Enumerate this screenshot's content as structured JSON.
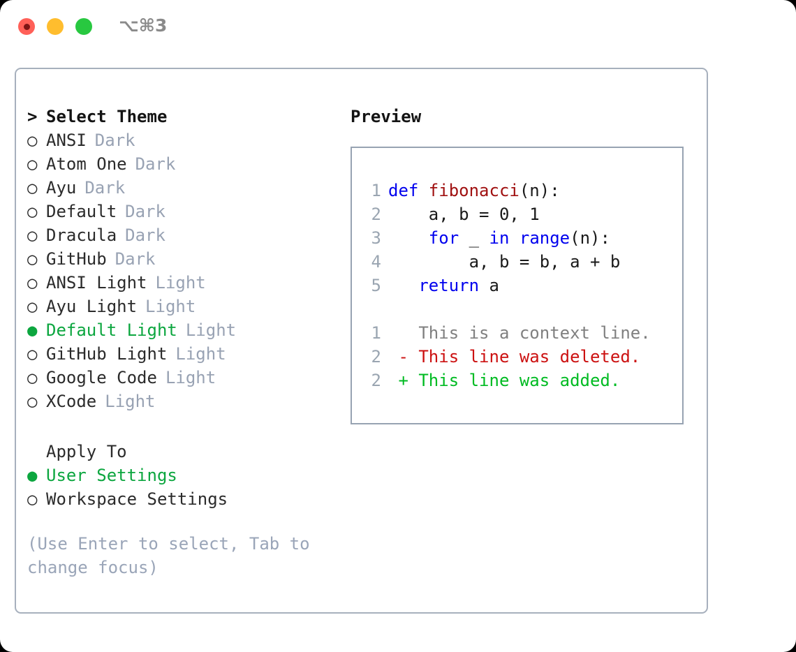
{
  "window": {
    "shortcut": "⌥⌘3",
    "traffic_lights": [
      {
        "name": "close-button",
        "color": "#ff6058"
      },
      {
        "name": "minimize-button",
        "color": "#ffbd2e"
      },
      {
        "name": "maximize-button",
        "color": "#28c840"
      }
    ]
  },
  "theme_picker": {
    "header_marker": ">",
    "header": "Select Theme",
    "items": [
      {
        "marker": "○",
        "label": "ANSI",
        "badge": "Dark",
        "selected": false
      },
      {
        "marker": "○",
        "label": "Atom One",
        "badge": "Dark",
        "selected": false
      },
      {
        "marker": "○",
        "label": "Ayu",
        "badge": "Dark",
        "selected": false
      },
      {
        "marker": "○",
        "label": "Default",
        "badge": "Dark",
        "selected": false
      },
      {
        "marker": "○",
        "label": "Dracula",
        "badge": "Dark",
        "selected": false
      },
      {
        "marker": "○",
        "label": "GitHub",
        "badge": "Dark",
        "selected": false
      },
      {
        "marker": "○",
        "label": "ANSI Light",
        "badge": "Light",
        "selected": false
      },
      {
        "marker": "○",
        "label": "Ayu Light",
        "badge": "Light",
        "selected": false
      },
      {
        "marker": "●",
        "label": "Default Light",
        "badge": "Light",
        "selected": true
      },
      {
        "marker": "○",
        "label": "GitHub Light",
        "badge": "Light",
        "selected": false
      },
      {
        "marker": "○",
        "label": "Google Code",
        "badge": "Light",
        "selected": false
      },
      {
        "marker": "○",
        "label": "XCode",
        "badge": "Light",
        "selected": false
      }
    ]
  },
  "apply_to": {
    "header_marker": " ",
    "header": "Apply To",
    "items": [
      {
        "marker": "●",
        "label": "User Settings",
        "selected": true
      },
      {
        "marker": "○",
        "label": "Workspace Settings",
        "selected": false
      }
    ]
  },
  "hint": "(Use Enter to select, Tab to change focus)",
  "preview": {
    "title": "Preview",
    "code_lines": [
      {
        "no": "1",
        "segments": [
          {
            "text": "def ",
            "cls": "kw"
          },
          {
            "text": "fibonacci",
            "cls": "fn"
          },
          {
            "text": "(n):",
            "cls": "code-text"
          }
        ]
      },
      {
        "no": "2",
        "segments": [
          {
            "text": "    a, b = 0, 1",
            "cls": "code-text"
          }
        ]
      },
      {
        "no": "3",
        "segments": [
          {
            "text": "    ",
            "cls": "code-text"
          },
          {
            "text": "for",
            "cls": "kw"
          },
          {
            "text": " _ ",
            "cls": "code-text"
          },
          {
            "text": "in",
            "cls": "kw"
          },
          {
            "text": " ",
            "cls": "code-text"
          },
          {
            "text": "range",
            "cls": "kw"
          },
          {
            "text": "(n):",
            "cls": "code-text"
          }
        ]
      },
      {
        "no": "4",
        "segments": [
          {
            "text": "        a, b = b, a + b",
            "cls": "code-text"
          }
        ]
      },
      {
        "no": "5",
        "segments": [
          {
            "text": "   ",
            "cls": "code-text"
          },
          {
            "text": "return",
            "cls": "kw"
          },
          {
            "text": " a",
            "cls": "code-text"
          }
        ]
      }
    ],
    "diff_lines": [
      {
        "no": "1",
        "segments": [
          {
            "text": "   This is a context line.",
            "cls": "ctx"
          }
        ]
      },
      {
        "no": "2",
        "segments": [
          {
            "text": " - This line was deleted.",
            "cls": "del"
          }
        ]
      },
      {
        "no": "2",
        "segments": [
          {
            "text": " + This line was added.",
            "cls": "add"
          }
        ]
      }
    ]
  },
  "colors": {
    "selected_green": "#0ca63f",
    "badge_gray": "#98a2b3",
    "hint_gray": "#9aa5b8",
    "border_gray": "#a7b0bd",
    "keyword_blue": "#0000ee",
    "function_red": "#a01111",
    "diff_deleted": "#cc1111",
    "diff_added": "#00bb22",
    "context_gray": "#808080",
    "lineno_gray": "#9aa5b1"
  }
}
